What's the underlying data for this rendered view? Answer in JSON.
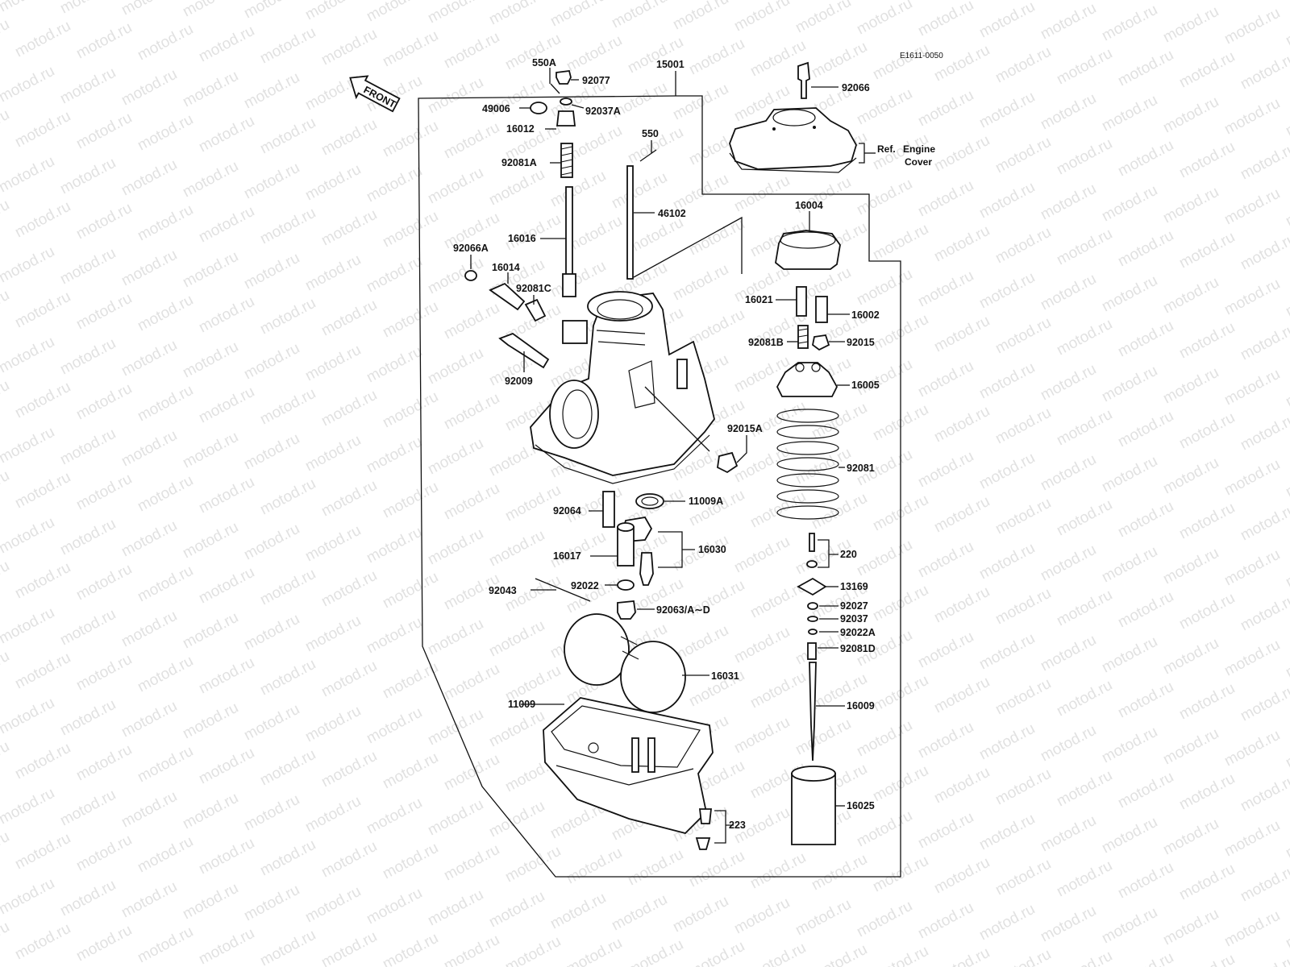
{
  "drawing_code": "E1611-0050",
  "front_marker": "FRONT",
  "watermark": "motod.ru",
  "reference": {
    "line1": "Ref.",
    "line2": "Engine",
    "line3": "Cover"
  },
  "callouts": [
    {
      "id": "550A",
      "label": "550A"
    },
    {
      "id": "15001",
      "label": "15001"
    },
    {
      "id": "92077",
      "label": "92077"
    },
    {
      "id": "49006",
      "label": "49006"
    },
    {
      "id": "92037A",
      "label": "92037A"
    },
    {
      "id": "16012",
      "label": "16012"
    },
    {
      "id": "550",
      "label": "550"
    },
    {
      "id": "92081A",
      "label": "92081A"
    },
    {
      "id": "46102",
      "label": "46102"
    },
    {
      "id": "16016",
      "label": "16016"
    },
    {
      "id": "92066A",
      "label": "92066A"
    },
    {
      "id": "16014",
      "label": "16014"
    },
    {
      "id": "92081C",
      "label": "92081C"
    },
    {
      "id": "92009",
      "label": "92009"
    },
    {
      "id": "92015A",
      "label": "92015A"
    },
    {
      "id": "92064",
      "label": "92064"
    },
    {
      "id": "11009A",
      "label": "11009A"
    },
    {
      "id": "16030",
      "label": "16030"
    },
    {
      "id": "16017",
      "label": "16017"
    },
    {
      "id": "92043",
      "label": "92043"
    },
    {
      "id": "92022",
      "label": "92022"
    },
    {
      "id": "92063",
      "label": "92063/A∼D"
    },
    {
      "id": "16031",
      "label": "16031"
    },
    {
      "id": "11009",
      "label": "11009"
    },
    {
      "id": "223",
      "label": "223"
    },
    {
      "id": "92066",
      "label": "92066"
    },
    {
      "id": "16004",
      "label": "16004"
    },
    {
      "id": "16021",
      "label": "16021"
    },
    {
      "id": "16002",
      "label": "16002"
    },
    {
      "id": "92081B",
      "label": "92081B"
    },
    {
      "id": "92015",
      "label": "92015"
    },
    {
      "id": "16005",
      "label": "16005"
    },
    {
      "id": "92081",
      "label": "92081"
    },
    {
      "id": "220",
      "label": "220"
    },
    {
      "id": "13169",
      "label": "13169"
    },
    {
      "id": "92027",
      "label": "92027"
    },
    {
      "id": "92037",
      "label": "92037"
    },
    {
      "id": "92022A",
      "label": "92022A"
    },
    {
      "id": "92081D",
      "label": "92081D"
    },
    {
      "id": "16009",
      "label": "16009"
    },
    {
      "id": "16025",
      "label": "16025"
    }
  ]
}
